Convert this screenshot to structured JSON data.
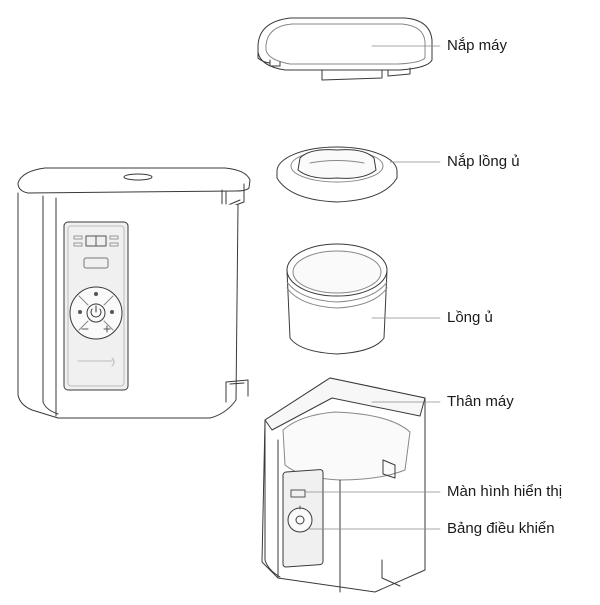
{
  "diagram": {
    "labels": [
      {
        "id": "lid",
        "text": "Nắp máy"
      },
      {
        "id": "inner-lid",
        "text": "Nắp lồng ủ"
      },
      {
        "id": "inner-pot",
        "text": "Lồng ủ"
      },
      {
        "id": "body",
        "text": "Thân máy"
      },
      {
        "id": "display",
        "text": "Màn hình hiển thị"
      },
      {
        "id": "control-panel",
        "text": "Bảng điều khiển"
      }
    ],
    "colors": {
      "line": "#3a3a3a",
      "leader": "#8a8a8a",
      "panel": "#f0f0f0",
      "text": "#1a1a1a"
    }
  }
}
